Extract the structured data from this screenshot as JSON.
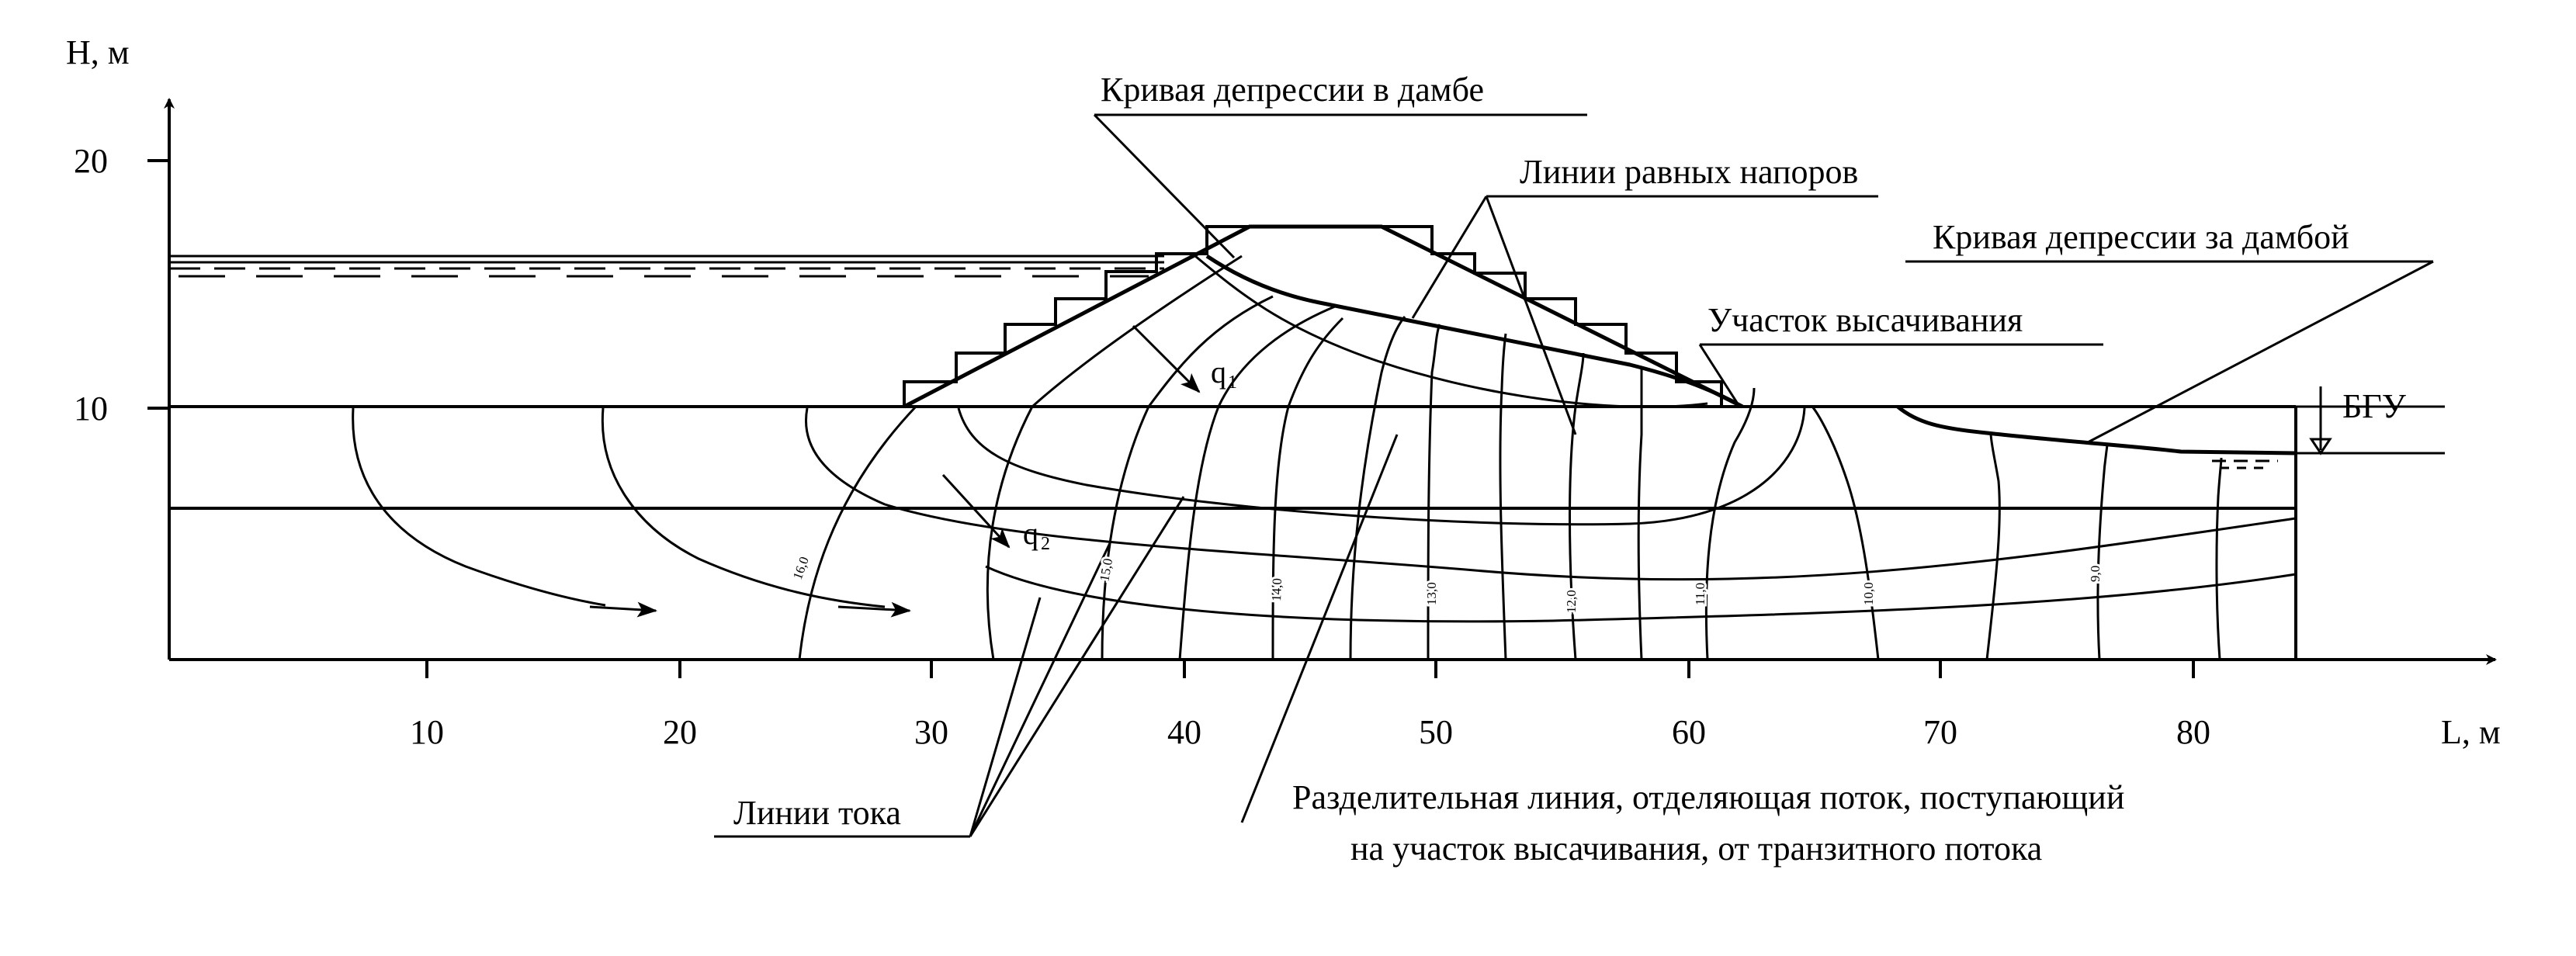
{
  "axes": {
    "y_label": "H, м",
    "x_label": "L, м",
    "y_ticks": [
      "20",
      "10"
    ],
    "x_ticks": [
      "10",
      "20",
      "30",
      "40",
      "50",
      "60",
      "70",
      "80"
    ]
  },
  "labels": {
    "dam_depression_curve": "Кривая депрессии в дамбе",
    "equal_head_lines": "Линии равных напоров",
    "depression_behind_dam": "Кривая депрессии за дамбой",
    "seepage_section": "Участок высачивания",
    "groundwater_level": "БГУ",
    "flow_lines": "Линии тока",
    "dividing_line_1": "Разделительная линия, отделяющая поток, поступающий",
    "dividing_line_2": "на участок высачивания, от транзитного потока"
  },
  "flow": {
    "q1_main": "q",
    "q1_sub": "1",
    "q2_main": "q",
    "q2_sub": "2"
  },
  "head_values": [
    "16,0",
    "15,0",
    "14,0",
    "13,0",
    "12,0",
    "11,0",
    "10,0",
    "9,0"
  ],
  "colors": {
    "ink": "#000000",
    "background": "#ffffff"
  }
}
